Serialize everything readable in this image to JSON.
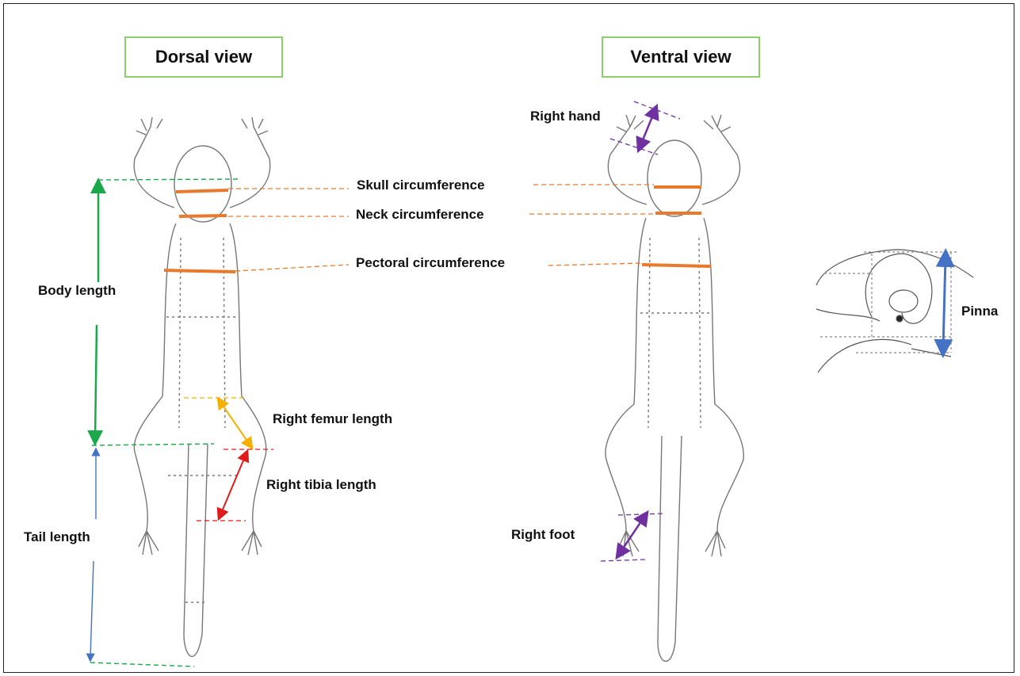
{
  "views": {
    "dorsal_title": "Dorsal view",
    "ventral_title": "Ventral view"
  },
  "labels": {
    "skull": "Skull circumference",
    "neck": "Neck circumference",
    "pectoral": "Pectoral circumference",
    "body_length": "Body length",
    "tail_length": "Tail length",
    "femur": "Right femur length",
    "tibia": "Right tibia length",
    "right_hand": "Right hand",
    "right_foot": "Right foot",
    "pinna": "Pinna"
  },
  "colors": {
    "circumference": "#e87a2e",
    "body_length": "#1aa84a",
    "tail_length": "#4472c4",
    "femur": "#f5b000",
    "tibia": "#e01b1b",
    "hand_foot": "#7030a0",
    "pinna": "#4472c4",
    "title_border": "#8ccf6a"
  }
}
